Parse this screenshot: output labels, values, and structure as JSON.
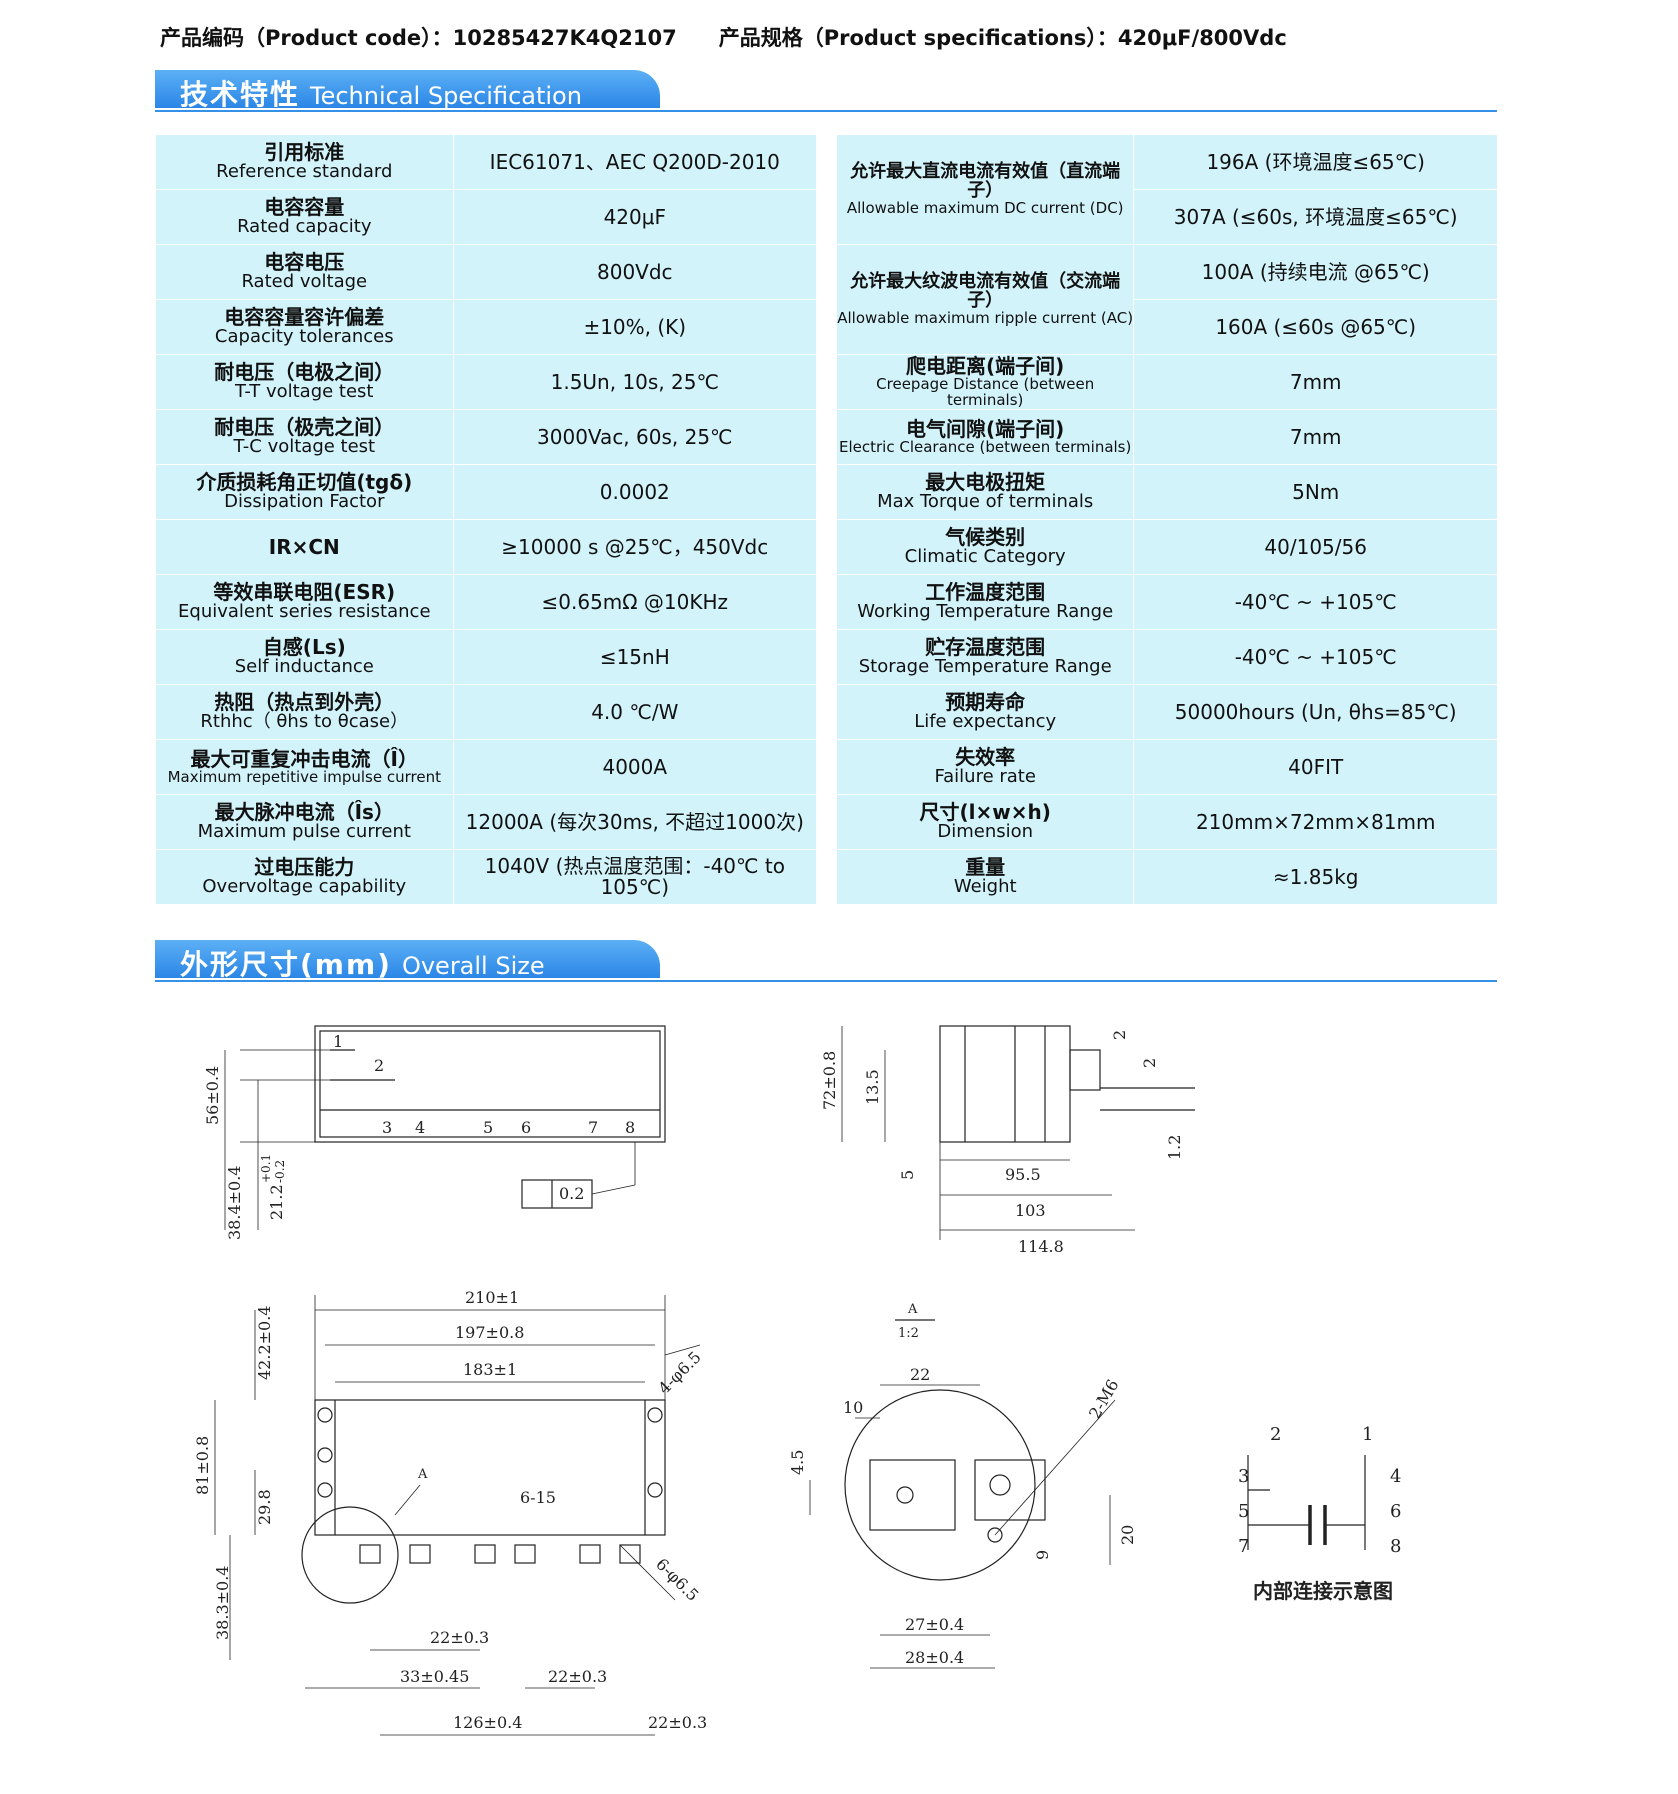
{
  "header": {
    "code_label": "产品编码（Product code）：",
    "code_value": "10285427K4Q2107",
    "spec_label": "产品规格（Product specifications）：",
    "spec_value": "420μF/800Vdc"
  },
  "section_spec": {
    "title_cn": "技术特性",
    "title_en": "Technical Specification"
  },
  "section_size": {
    "title_cn": "外形尺寸(mm)",
    "title_en": "Overall Size"
  },
  "left_table": [
    {
      "cn": "引用标准",
      "en": "Reference standard",
      "value": "IEC61071、AEC Q200D-2010"
    },
    {
      "cn": "电容容量",
      "en": "Rated capacity",
      "value": "420μF"
    },
    {
      "cn": "电容电压",
      "en": "Rated voltage",
      "value": "800Vdc"
    },
    {
      "cn": "电容容量容许偏差",
      "en": "Capacity tolerances",
      "value": "±10%, (K)"
    },
    {
      "cn": "耐电压（电极之间）",
      "en": "T-T voltage test",
      "value": "1.5Un, 10s, 25℃"
    },
    {
      "cn": "耐电压（极壳之间）",
      "en": "T-C voltage test",
      "value": "3000Vac, 60s, 25℃"
    },
    {
      "cn": "介质损耗角正切值(tgδ)",
      "en": "Dissipation Factor",
      "value": "0.0002"
    },
    {
      "cn": "IR×CN",
      "en": "",
      "value": "≥10000 s @25℃，450Vdc"
    },
    {
      "cn": "等效串联电阻(ESR)",
      "en": "Equivalent series resistance",
      "value": "≤0.65mΩ @10KHz"
    },
    {
      "cn": "自感(Ls)",
      "en": "Self inductance",
      "value": "≤15nH"
    },
    {
      "cn": "热阻（热点到外壳）",
      "en": "Rthhc（ θhs to θcase）",
      "value": "4.0 ℃/W"
    },
    {
      "cn": "最大可重复冲击电流（Î）",
      "en": "Maximum repetitive impulse current",
      "value": "4000A"
    },
    {
      "cn": "最大脉冲电流（Îs）",
      "en": "Maximum pulse current",
      "value": "12000A (每次30ms, 不超过1000次)"
    },
    {
      "cn": "过电压能力",
      "en": "Overvoltage capability",
      "value": "1040V (热点温度范围：-40℃ to 105℃)"
    }
  ],
  "right_table": {
    "dc_cn": "允许最大直流电流有效值（直流端子）",
    "dc_en": "Allowable maximum DC current (DC)",
    "dc_v1": "196A (环境温度≤65℃)",
    "dc_v2": "307A (≤60s, 环境温度≤65℃)",
    "ac_cn": "允许最大纹波电流有效值（交流端子）",
    "ac_en": "Allowable maximum ripple current (AC)",
    "ac_v1": "100A (持续电流 @65℃)",
    "ac_v2": "160A (≤60s @65℃)",
    "rows": [
      {
        "cn": "爬电距离(端子间)",
        "en": "Creepage Distance (between terminals)",
        "value": "7mm"
      },
      {
        "cn": "电气间隙(端子间)",
        "en": "Electric Clearance (between terminals)",
        "value": "7mm"
      },
      {
        "cn": "最大电极扭矩",
        "en": "Max Torque of terminals",
        "value": "5Nm"
      },
      {
        "cn": "气候类别",
        "en": "Climatic Category",
        "value": "40/105/56"
      },
      {
        "cn": "工作温度范围",
        "en": "Working Temperature Range",
        "value": "-40℃ ~ +105℃"
      },
      {
        "cn": "贮存温度范围",
        "en": "Storage Temperature Range",
        "value": "-40℃ ~ +105℃"
      },
      {
        "cn": "预期寿命",
        "en": "Life expectancy",
        "value": "50000hours (Un, θhs=85℃)"
      },
      {
        "cn": "失效率",
        "en": "Failure rate",
        "value": "40FIT"
      },
      {
        "cn": "尺寸(l×w×h)",
        "en": "Dimension",
        "value": "210mm×72mm×81mm"
      },
      {
        "cn": "重量",
        "en": "Weight",
        "value": "≈1.85kg"
      }
    ]
  },
  "drawing": {
    "front": {
      "d_56": "56±0.4",
      "d_384": "38.4±0.4",
      "d_212": "21.2",
      "tol_p": "+0.1",
      "tol_m": "-0.2",
      "flat": "0.2",
      "pins": [
        "1",
        "2",
        "3",
        "4",
        "5",
        "6",
        "7",
        "8"
      ]
    },
    "side": {
      "d_72": "72±0.8",
      "d_135": "13.5",
      "d_5": "5",
      "d_955": "95.5",
      "d_103": "103",
      "d_1148": "114.8",
      "d_2a": "2",
      "d_2b": "2",
      "d_12": "1.2"
    },
    "top": {
      "d_210": "210±1",
      "d_197": "197±0.8",
      "d_183": "183±1",
      "d_422": "42.2±0.4",
      "d_81": "81±0.8",
      "d_298": "29.8",
      "d_383": "38.3±0.4",
      "d_4phi": "4-φ6.5",
      "d_6phi": "6-φ6.5",
      "d_615": "6-15",
      "d_A": "A",
      "d_22a": "22±0.3",
      "d_33": "33±0.45",
      "d_22b": "22±0.3",
      "d_126": "126±0.4",
      "d_22c": "22±0.3"
    },
    "detail": {
      "label": "A",
      "scale": "1:2",
      "d_22": "22",
      "d_10": "10",
      "d_45": "4.5",
      "d_2m6": "2-M6",
      "d_20": "20",
      "d_9": "9",
      "d_27": "27±0.4",
      "d_28": "28±0.4"
    },
    "schematic": {
      "p2": "2",
      "p1": "1",
      "p3": "3",
      "p4": "4",
      "p5": "5",
      "p6": "6",
      "p7": "7",
      "p8": "8",
      "caption": "内部连接示意图"
    }
  }
}
